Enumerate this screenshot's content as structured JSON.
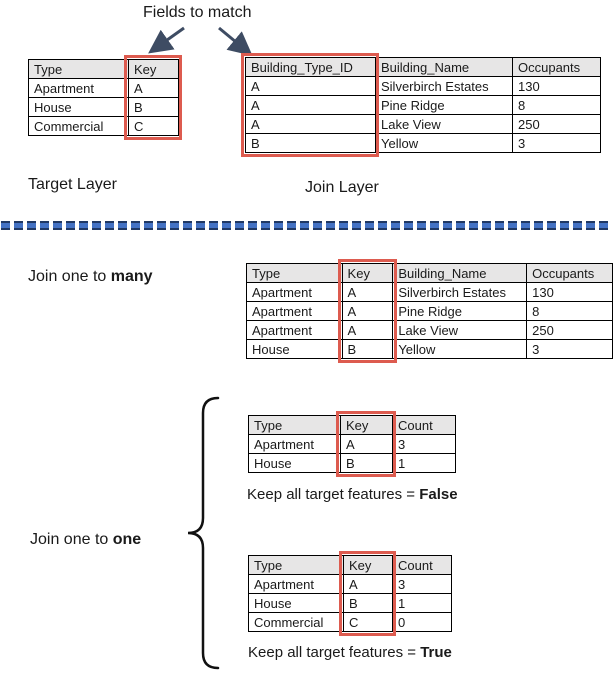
{
  "callout": {
    "label": "Fields to match"
  },
  "colors": {
    "highlight_red": "#dd5b4f",
    "header_gray": "#e7e6e6",
    "divider_blue": "#4472c4",
    "divider_dark": "#203864",
    "arrow_slate": "#3e4c63"
  },
  "target": {
    "label": "Target Layer",
    "table": {
      "headers": [
        "Type",
        "Key"
      ],
      "rows": [
        [
          "Apartment",
          "A"
        ],
        [
          "House",
          "B"
        ],
        [
          "Commercial",
          "C"
        ]
      ],
      "highlight_col": 1
    }
  },
  "join": {
    "label": "Join Layer",
    "table": {
      "headers": [
        "Building_Type_ID",
        "Building_Name",
        "Occupants"
      ],
      "rows": [
        [
          "A",
          "Silverbirch Estates",
          "130"
        ],
        [
          "A",
          "Pine Ridge",
          "8"
        ],
        [
          "A",
          "Lake View",
          "250"
        ],
        [
          "B",
          "Yellow",
          "3"
        ]
      ],
      "highlight_col": 0
    }
  },
  "one_to_many": {
    "label_prefix": "Join one to ",
    "label_bold": "many",
    "table": {
      "headers": [
        "Type",
        "Key",
        "Building_Name",
        "Occupants"
      ],
      "rows": [
        [
          "Apartment",
          "A",
          "Silverbirch Estates",
          "130"
        ],
        [
          "Apartment",
          "A",
          "Pine Ridge",
          "8"
        ],
        [
          "Apartment",
          "A",
          "Lake View",
          "250"
        ],
        [
          "House",
          "B",
          "Yellow",
          "3"
        ]
      ],
      "highlight_col": 1
    }
  },
  "one_to_one": {
    "label_prefix": "Join one to ",
    "label_bold": "one",
    "false_case": {
      "table": {
        "headers": [
          "Type",
          "Key",
          "Count"
        ],
        "rows": [
          [
            "Apartment",
            "A",
            "3"
          ],
          [
            "House",
            "B",
            "1"
          ]
        ],
        "highlight_col": 1
      },
      "caption_prefix": "Keep all target features = ",
      "caption_bold": "False"
    },
    "true_case": {
      "table": {
        "headers": [
          "Type",
          "Key",
          "Count"
        ],
        "rows": [
          [
            "Apartment",
            "A",
            "3"
          ],
          [
            "House",
            "B",
            "1"
          ],
          [
            "Commercial",
            "C",
            "0"
          ]
        ],
        "highlight_col": 1
      },
      "caption_prefix": "Keep all target features = ",
      "caption_bold": "True"
    }
  }
}
